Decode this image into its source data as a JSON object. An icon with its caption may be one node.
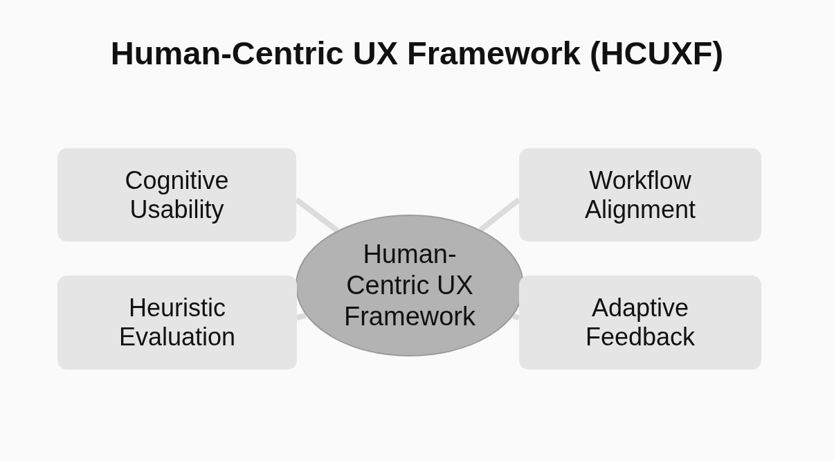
{
  "diagram": {
    "title": "Human-Centric UX Framework (HCUXF)",
    "nodes": [
      {
        "text": [
          "Cognitive Usability"
        ]
      },
      {
        "text": [
          "Workflow Alignment"
        ]
      },
      {
        "text": [
          "Human-Centric UX Framework"
        ]
      },
      {
        "text": [
          "Heuristic Evaluation"
        ]
      },
      {
        "text": [
          "Adaptive Feedback"
        ]
      }
    ],
    "edges": [
      {
        "from": 2,
        "to": 0,
        "arrow": "none"
      },
      {
        "from": 2,
        "to": 1,
        "arrow": "none"
      },
      {
        "from": 2,
        "to": 3,
        "arrow": "none"
      },
      {
        "from": 2,
        "to": 4,
        "arrow": "none"
      }
    ]
  }
}
